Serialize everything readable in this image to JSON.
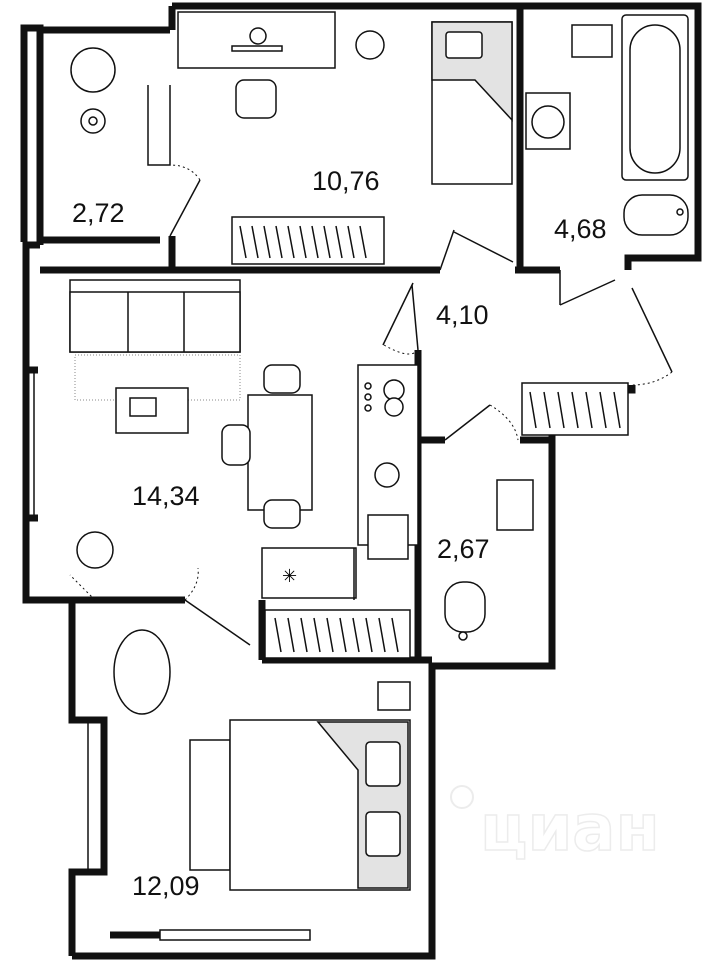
{
  "plan": {
    "rooms": [
      {
        "id": "balcony",
        "area": "2,72"
      },
      {
        "id": "bedroom-1",
        "area": "10,76"
      },
      {
        "id": "bathroom",
        "area": "4,68"
      },
      {
        "id": "hallway",
        "area": "4,10"
      },
      {
        "id": "living-kitchen",
        "area": "14,34"
      },
      {
        "id": "toilet",
        "area": "2,67"
      },
      {
        "id": "bedroom-2",
        "area": "12,09"
      }
    ],
    "watermark": "циан"
  }
}
